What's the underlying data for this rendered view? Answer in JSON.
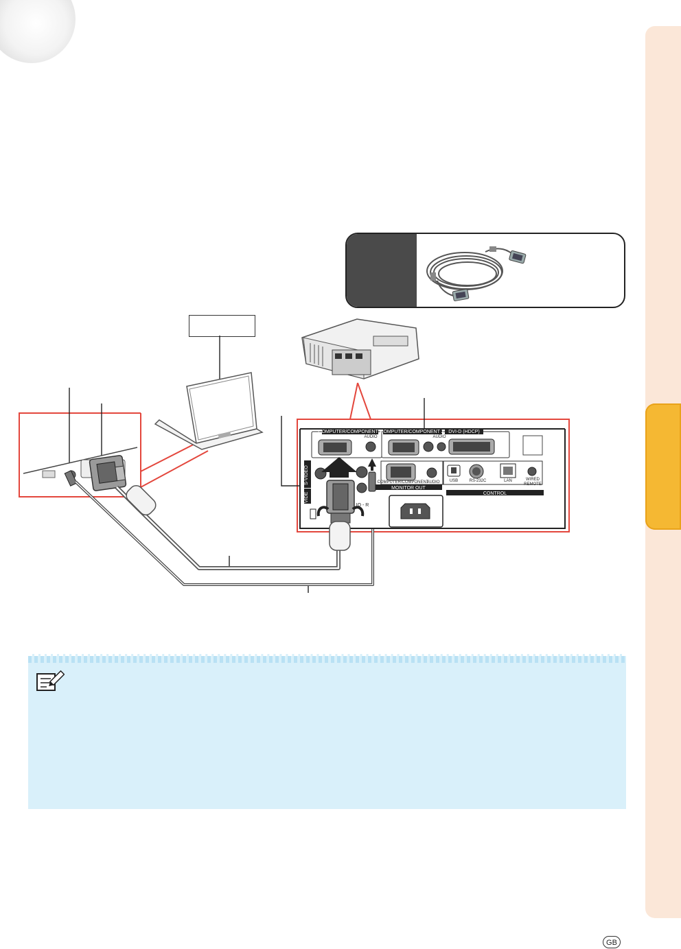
{
  "projector_panel": {
    "computer_component_1": "COMPUTER/COMPONENT 1",
    "computer_component_2": "COMPUTER/COMPONENT 2",
    "dvi_d": "DVI-D (HDCP)",
    "audio": "AUDIO",
    "s_video": "S-VIDEO",
    "video": "VIDE",
    "audio_lr": "IO - R",
    "monitor_out_heading": "COMPUTER/COMPONENT",
    "monitor_out": "MONITOR OUT",
    "usb": "USB",
    "rs232c": "RS-232C",
    "lan": "LAN",
    "wired": "WIRED",
    "remote": "REMOTE",
    "control": "CONTROL"
  },
  "badge": "GB",
  "colors": {
    "side_tab": "#fbe7d8",
    "side_tab_active": "#f5b833",
    "callout_red": "#e3463c",
    "note_bg": "#d9f0fa",
    "cable_box_dark": "#4a4a4a"
  },
  "icons": [
    "note-pencil-icon",
    "vga-cable-icon",
    "laptop-icon",
    "projector-icon",
    "ac-socket-icon"
  ]
}
